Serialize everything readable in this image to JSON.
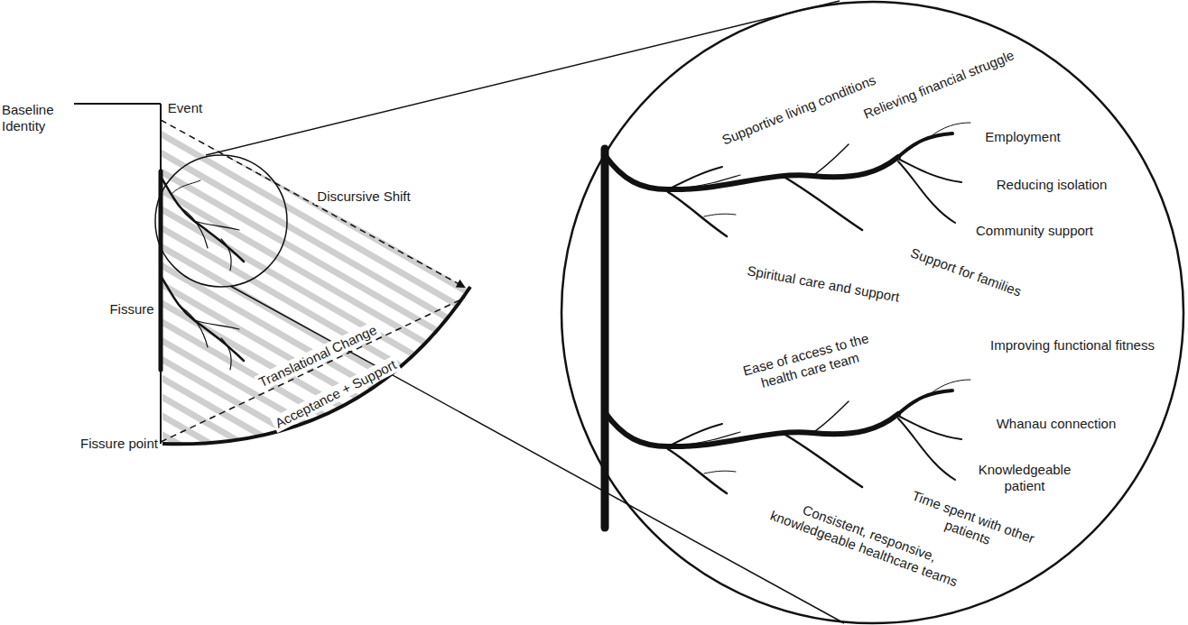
{
  "diagram": {
    "nodes": [
      {
        "text": [
          "Supportive living conditions",
          "Relieving financial struggle",
          "Employment",
          "Reducing isolation",
          "Community support",
          "Support for families",
          "Spiritual care and support",
          "Ease of access to the health care team",
          "Improving functional fitness",
          "Whanau connection",
          "Knowledgeable patient",
          "Time spent with other patients",
          "Consistent, responsive, knowledgeable healthcare teams"
        ]
      }
    ],
    "labels": [
      "Baseline Identity",
      "Event",
      "Discursive Shift",
      "Fissure",
      "Translational Change",
      "Acceptance + Support",
      "Fissure point"
    ]
  }
}
